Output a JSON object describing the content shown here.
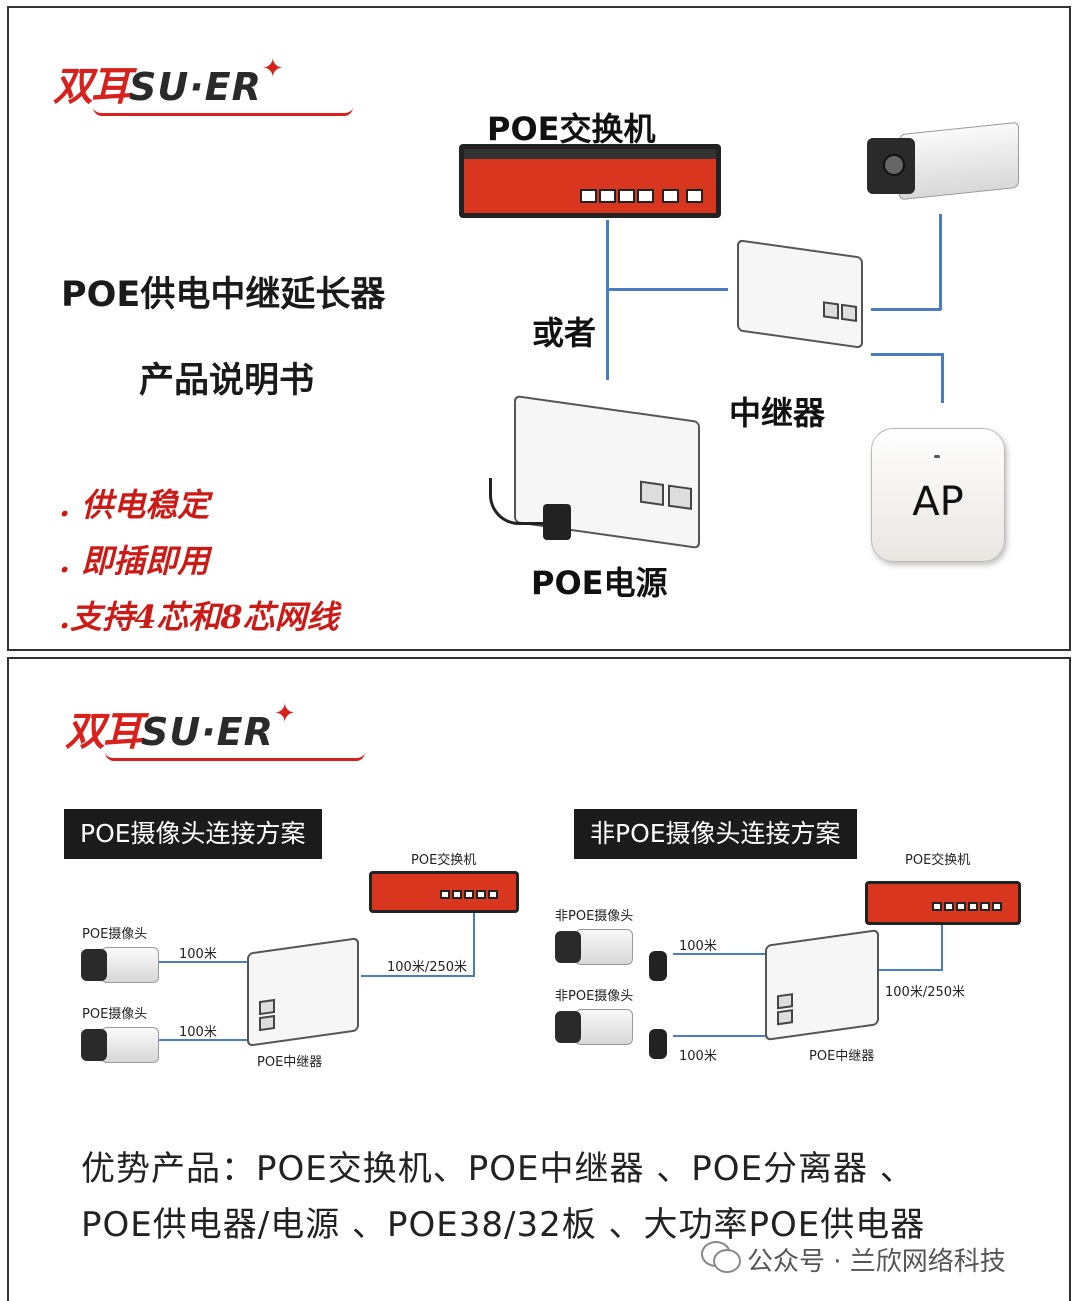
{
  "brand": {
    "cn": "双耳",
    "en": "SU·ER"
  },
  "top": {
    "title_line1": "POE供电中继延长器",
    "title_line2": "产品说明书",
    "features": [
      ". 供电稳定",
      ". 即插即用",
      ".支持4芯和8芯网线"
    ],
    "labels": {
      "switch": "POE交换机",
      "or": "或者",
      "repeater": "中继器",
      "power": "POE电源",
      "ap": "AP"
    }
  },
  "bottom": {
    "scheme_poe": "POE摄像头连接方案",
    "scheme_nonpoe": "非POE摄像头连接方案",
    "left": {
      "switch": "POE交换机",
      "cam1": "POE摄像头",
      "cam2": "POE摄像头",
      "dist1": "100米",
      "dist2": "100米",
      "dist_up": "100米/250米",
      "repeater": "POE中继器"
    },
    "right": {
      "switch": "POE交换机",
      "cam1": "非POE摄像头",
      "cam2": "非POE摄像头",
      "dist1": "100米",
      "dist2": "100米",
      "dist_up": "100米/250米",
      "repeater": "POE中继器"
    },
    "products_line1": "优势产品：POE交换机、POE中继器 、POE分离器 、",
    "products_line2": "POE供电器/电源 、POE38/32板 、大功率POE供电器",
    "wechat": "公众号 · 兰欣网络科技"
  },
  "colors": {
    "brand_red": "#d8201c",
    "line_blue": "#4a7cc0",
    "switch_red": "#d9361f"
  }
}
